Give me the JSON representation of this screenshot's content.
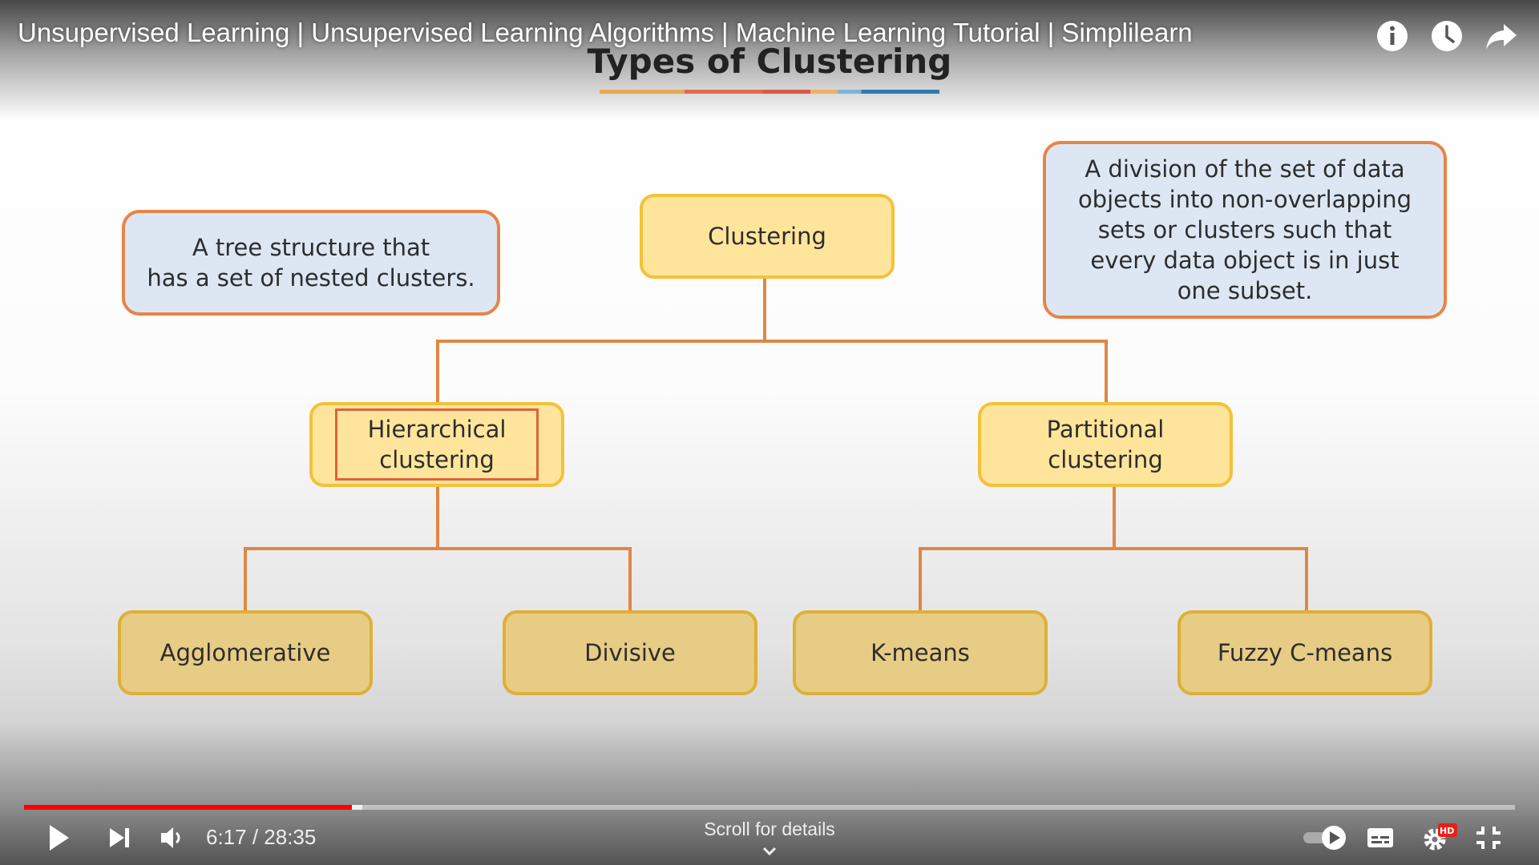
{
  "player": {
    "video_title": "Unsupervised Learning | Unsupervised Learning Algorithms | Machine Learning Tutorial | Simplilearn",
    "top_icons": [
      "info-icon",
      "watch-later-icon",
      "share-icon"
    ],
    "time_display": "6:17 / 28:35",
    "progress_fraction": 0.2197,
    "buffer_fraction": 0.227,
    "scroll_hint": "Scroll for details",
    "hd_badge": "HD",
    "colors": {
      "progress": "#ff0000",
      "controls": "#ffffff"
    },
    "controls": [
      "play-icon",
      "next-icon",
      "volume-icon",
      "autoplay-toggle",
      "subtitles-icon",
      "settings-icon",
      "exit-fullscreen-icon"
    ]
  },
  "slide": {
    "title": "Types of Clustering",
    "root": "Clustering",
    "hierarchical": {
      "line1": "Hierarchical",
      "line2": "clustering"
    },
    "partitional": {
      "line1": "Partitional",
      "line2": "clustering"
    },
    "leaves": [
      "Agglomerative",
      "Divisive",
      "K-means",
      "Fuzzy C-means"
    ],
    "hierarchical_desc": [
      "A tree structure that",
      "has a set of nested clusters."
    ],
    "partitional_desc": [
      "A division of the set of data",
      "objects into non-overlapping",
      "sets or clusters such that",
      "every data object is in just",
      "one subset."
    ],
    "colors": {
      "node_fill": "#fee59b",
      "node_border": "#f3c23a",
      "leaf_fill": "#e7cc85",
      "info_fill": "#dde7f4",
      "accent": "#e98346"
    }
  }
}
